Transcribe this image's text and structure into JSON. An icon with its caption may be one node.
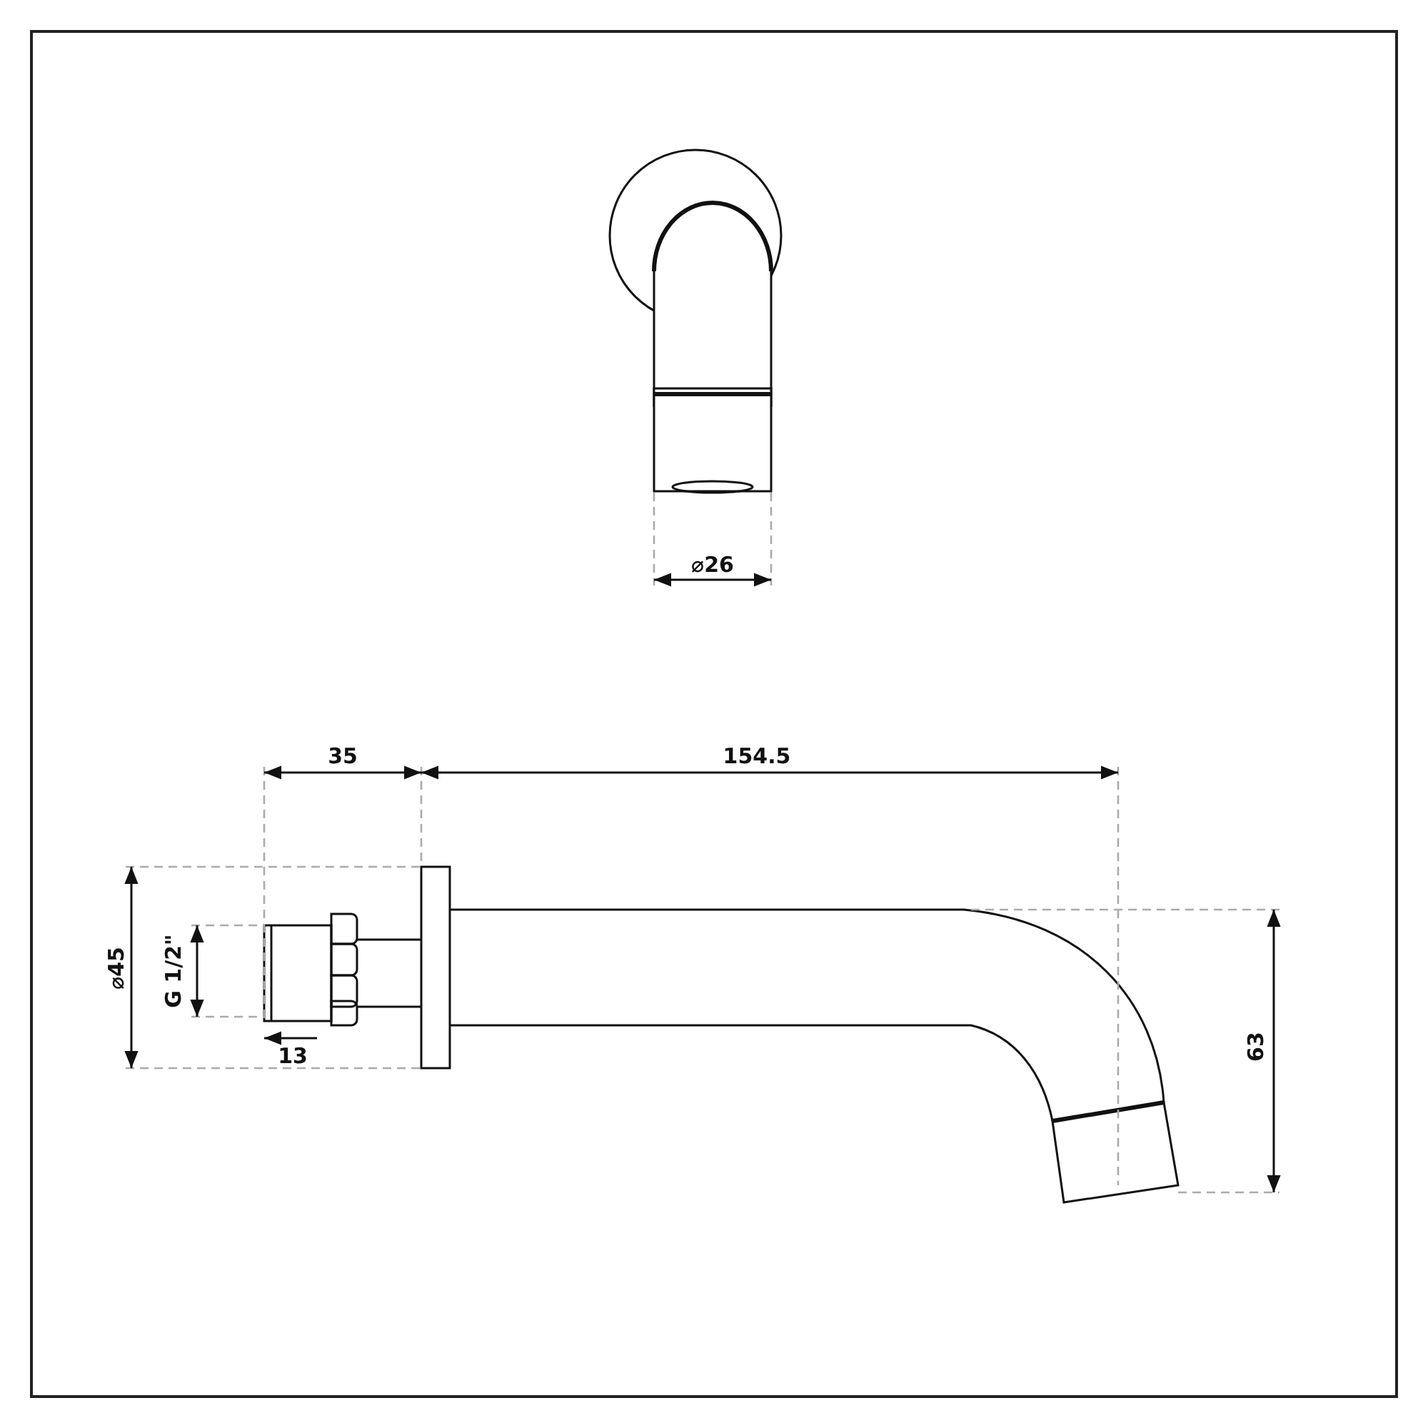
{
  "diagram": {
    "labels": [
      "⌀26",
      "35",
      "154.5",
      "⌀45",
      "G 1/2\"",
      "13",
      "63"
    ]
  }
}
